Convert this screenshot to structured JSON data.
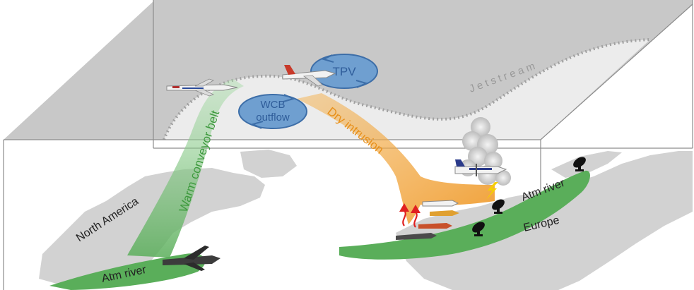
{
  "labels": {
    "jetstream": "Jetstream",
    "tpv": "TPV",
    "wcb_outflow_line1": "WCB",
    "wcb_outflow_line2": "outflow",
    "dry_intrusion": "Dry intrusion",
    "warm_conveyor_belt": "Warm conveyor belt",
    "north_america": "North America",
    "atm_river_west": "Atm river",
    "atm_river_east": "Atm river",
    "europe": "Europe"
  },
  "colors": {
    "upper_plane": "#c8c8c8",
    "box_edge": "#8c8c8c",
    "land": "#d2d2d2",
    "atm_river": "#5aae5a",
    "warm_conveyor_belt": "#7cc47c",
    "dry_intrusion": "#f0a030",
    "vortex_fill": "#6f9fd0",
    "vortex_text": "#2f5d9a",
    "jetstream_line": "#a0a0a0",
    "lightning": "#f6d000",
    "convection": "#e02020"
  },
  "icons": [
    "research-aircraft-icon",
    "cargo-aircraft-icon",
    "radar-dish-icon",
    "convective-cloud-icon",
    "lightning-icon"
  ]
}
